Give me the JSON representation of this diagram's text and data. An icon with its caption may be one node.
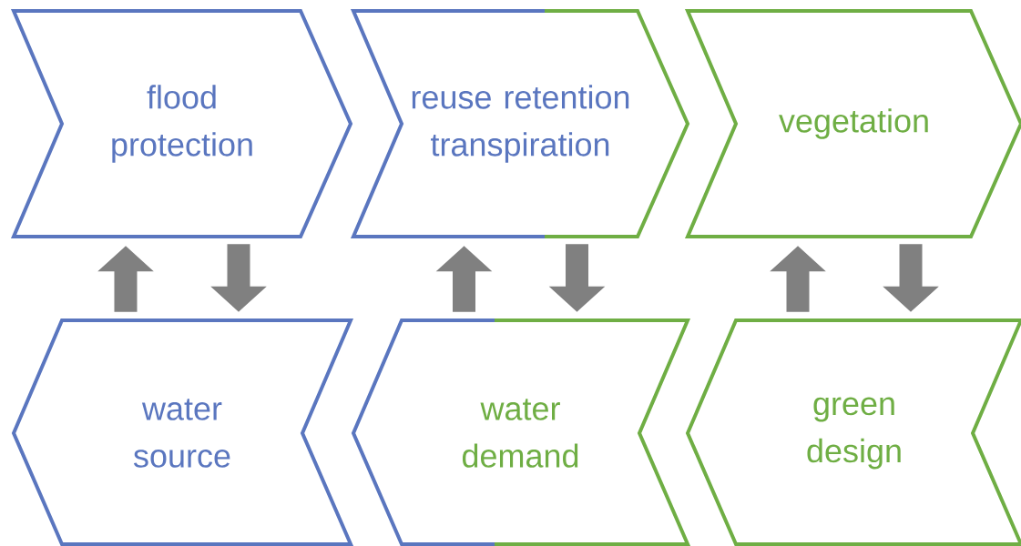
{
  "diagram": {
    "nodes": [
      {
        "text": [
          "flood protection"
        ]
      },
      {
        "text": [
          "reuse retention transpiration"
        ]
      },
      {
        "text": [
          "vegetation"
        ]
      },
      {
        "text": [
          "water source"
        ]
      },
      {
        "text": [
          "water demand"
        ]
      },
      {
        "text": [
          "green design"
        ]
      }
    ],
    "edges": [
      {
        "from": 3,
        "to": 0,
        "arrow": "to"
      },
      {
        "from": 0,
        "to": 3,
        "arrow": "to"
      },
      {
        "from": 4,
        "to": 1,
        "arrow": "to"
      },
      {
        "from": 1,
        "to": 4,
        "arrow": "to"
      },
      {
        "from": 5,
        "to": 2,
        "arrow": "to"
      },
      {
        "from": 2,
        "to": 5,
        "arrow": "to"
      }
    ]
  }
}
